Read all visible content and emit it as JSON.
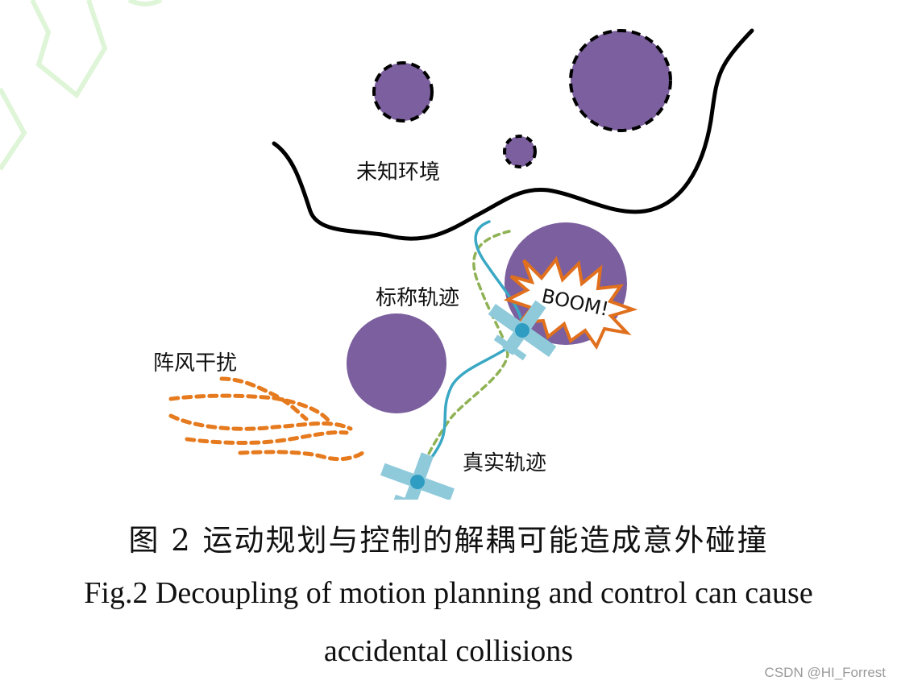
{
  "figure": {
    "labels": {
      "unknown_env": "未知环境",
      "nominal_traj": "标称轨迹",
      "gust": "阵风干扰",
      "real_traj": "真实轨迹",
      "boom": "BOOM!"
    },
    "colors": {
      "obstacle": "#7b5f9e",
      "boundary": "#000000",
      "nominal_path": "#8fb255",
      "real_path": "#3aa8c4",
      "drone": "#8fcadb",
      "drone_hub": "#2f9cc2",
      "gust": "#e67a1e",
      "boom_outline": "#e0701e"
    }
  },
  "caption": {
    "zh": "图  2  运动规划与控制的解耦可能造成意外碰撞",
    "en_line1": "Fig.2 Decoupling of motion planning and control can cause",
    "en_line2": "accidental collisions"
  },
  "watermark": "CSDN @HI_Forrest"
}
